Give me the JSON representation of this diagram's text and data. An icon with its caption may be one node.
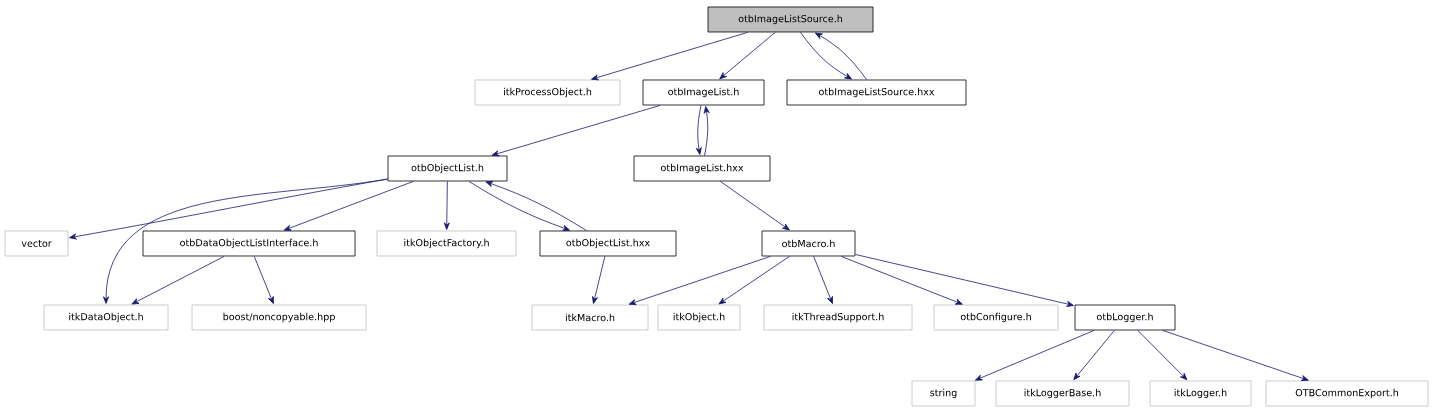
{
  "diagram": {
    "nodes": [
      {
        "text": [
          "otbImageListSource.h"
        ]
      },
      {
        "text": [
          "itkProcessObject.h"
        ]
      },
      {
        "text": [
          "otbImageList.h"
        ]
      },
      {
        "text": [
          "otbImageListSource.hxx"
        ]
      },
      {
        "text": [
          "otbObjectList.h"
        ]
      },
      {
        "text": [
          "otbImageList.hxx"
        ]
      },
      {
        "text": [
          "vector"
        ]
      },
      {
        "text": [
          "otbDataObjectListInterface.h"
        ]
      },
      {
        "text": [
          "itkObjectFactory.h"
        ]
      },
      {
        "text": [
          "otbObjectList.hxx"
        ]
      },
      {
        "text": [
          "otbMacro.h"
        ]
      },
      {
        "text": [
          "itkDataObject.h"
        ]
      },
      {
        "text": [
          "boost/noncopyable.hpp"
        ]
      },
      {
        "text": [
          "itkMacro.h"
        ]
      },
      {
        "text": [
          "itkObject.h"
        ]
      },
      {
        "text": [
          "itkThreadSupport.h"
        ]
      },
      {
        "text": [
          "otbConfigure.h"
        ]
      },
      {
        "text": [
          "otbLogger.h"
        ]
      },
      {
        "text": [
          "string"
        ]
      },
      {
        "text": [
          "itkLoggerBase.h"
        ]
      },
      {
        "text": [
          "itkLogger.h"
        ]
      },
      {
        "text": [
          "OTBCommonExport.h"
        ]
      }
    ],
    "edges": [
      {
        "from": 0,
        "to": 1,
        "arrow": "to"
      },
      {
        "from": 0,
        "to": 2,
        "arrow": "to"
      },
      {
        "from": 0,
        "to": 3,
        "arrow": "to"
      },
      {
        "from": 3,
        "to": 0,
        "arrow": "to"
      },
      {
        "from": 2,
        "to": 4,
        "arrow": "to"
      },
      {
        "from": 2,
        "to": 5,
        "arrow": "to"
      },
      {
        "from": 5,
        "to": 2,
        "arrow": "to"
      },
      {
        "from": 4,
        "to": 6,
        "arrow": "to"
      },
      {
        "from": 4,
        "to": 11,
        "arrow": "to"
      },
      {
        "from": 4,
        "to": 7,
        "arrow": "to"
      },
      {
        "from": 4,
        "to": 8,
        "arrow": "to"
      },
      {
        "from": 4,
        "to": 9,
        "arrow": "to"
      },
      {
        "from": 9,
        "to": 4,
        "arrow": "to"
      },
      {
        "from": 7,
        "to": 11,
        "arrow": "to"
      },
      {
        "from": 7,
        "to": 12,
        "arrow": "to"
      },
      {
        "from": 9,
        "to": 13,
        "arrow": "to"
      },
      {
        "from": 5,
        "to": 10,
        "arrow": "to"
      },
      {
        "from": 10,
        "to": 13,
        "arrow": "to"
      },
      {
        "from": 10,
        "to": 14,
        "arrow": "to"
      },
      {
        "from": 10,
        "to": 15,
        "arrow": "to"
      },
      {
        "from": 10,
        "to": 16,
        "arrow": "to"
      },
      {
        "from": 10,
        "to": 17,
        "arrow": "to"
      },
      {
        "from": 17,
        "to": 18,
        "arrow": "to"
      },
      {
        "from": 17,
        "to": 19,
        "arrow": "to"
      },
      {
        "from": 17,
        "to": 20,
        "arrow": "to"
      },
      {
        "from": 17,
        "to": 21,
        "arrow": "to"
      }
    ]
  }
}
